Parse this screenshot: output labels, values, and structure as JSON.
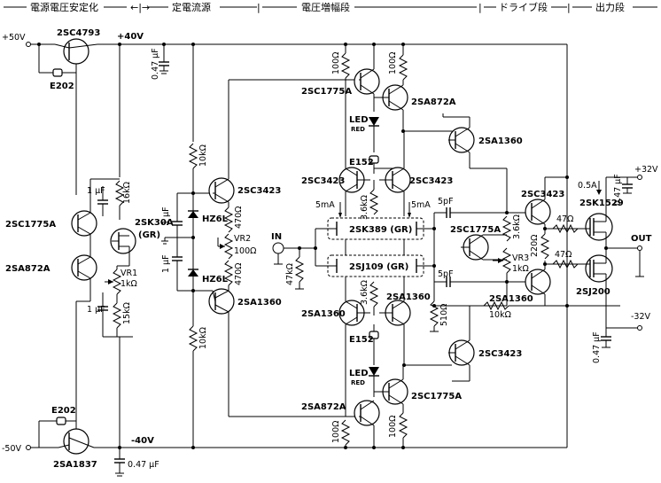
{
  "sections": [
    {
      "label": "電源電圧安定化"
    },
    {
      "label": "定電流源"
    },
    {
      "label": "電圧増幅段"
    },
    {
      "label": "ドライブ段"
    },
    {
      "label": "出力段"
    }
  ],
  "rails": {
    "plus50": "+50V",
    "minus50": "-50V",
    "plus40": "+40V",
    "minus40": "-40V",
    "plus32": "+32V",
    "minus32": "-32V"
  },
  "io": {
    "input": "IN",
    "output": "OUT"
  },
  "transistors": {
    "q_2sc4793": "2SC4793",
    "q_2sc1775a_left": "2SC1775A",
    "q_2sa872a_left": "2SA872A",
    "q_2sa1837": "2SA1837",
    "q_2sk30a": "2SK30A",
    "q_2sk30a_grade": "(GR)",
    "q_2sc3423_ccs": "2SC3423",
    "q_2sa1360_ccs": "2SA1360",
    "q_2sc1775a_top": "2SC1775A",
    "q_2sa872a_top": "2SA872A",
    "q_2sa1360_top": "2SA1360",
    "q_2sc3423_tl": "2SC3423",
    "q_2sc3423_tr": "2SC3423",
    "q_2sk389": "2SK389 (GR)",
    "q_2sj109": "2SJ109 (GR)",
    "q_2sa1360_bl": "2SA1360",
    "q_2sa1360_br": "2SA1360",
    "q_2sc3423_bot": "2SC3423",
    "q_2sc1775a_bot": "2SC1775A",
    "q_2sa872a_bot": "2SA872A",
    "q_2sc1775a_drv": "2SC1775A",
    "q_2sc3423_drv": "2SC3423",
    "q_2sa1360_drv": "2SA1360",
    "q_2sk1529": "2SK1529",
    "q_2sj200": "2SJ200"
  },
  "diodes": {
    "e202_top": "E202",
    "e202_bot": "E202",
    "hz6l_top": "HZ6L",
    "hz6l_bot": "HZ6L",
    "e152_top": "E152",
    "e152_bot": "E152",
    "led_top": "LED",
    "led_top_color": "RED",
    "led_bot": "LED",
    "led_bot_color": "RED"
  },
  "resistors": {
    "r_16k": "16kΩ",
    "r_15k": "15kΩ",
    "vr1_name": "VR1",
    "vr1_val": "1kΩ",
    "r_10k_top": "10kΩ",
    "r_10k_bot": "10kΩ",
    "r_470_top": "470Ω",
    "r_470_bot": "470Ω",
    "vr2_name": "VR2",
    "vr2_val": "100Ω",
    "r_100_t1": "100Ω",
    "r_100_t2": "100Ω",
    "r_100_b1": "100Ω",
    "r_100_b2": "100Ω",
    "r_3k6_t": "3.6kΩ",
    "r_3k6_b": "3.6kΩ",
    "r_47k": "47kΩ",
    "r_3k6_drv": "3.6kΩ",
    "vr3_name": "VR3",
    "vr3_val": "1kΩ",
    "r_510": "510Ω",
    "r_10k_drv": "10kΩ",
    "r_220": "220Ω",
    "r_47_top": "47Ω",
    "r_47_bot": "47Ω"
  },
  "capacitors": {
    "c_047_top": "0.47 μF",
    "c_1u_a": "1 μF",
    "c_1u_b": "1 μF",
    "c_047_bot": "0.47 μF",
    "c_1u_c": "1 μF",
    "c_1u_d": "1 μF",
    "c_5p_top": "5pF",
    "c_5p_bot": "5pF",
    "c_047_out_top": "0.47 μF",
    "c_047_out_bot": "0.47 μF"
  },
  "currents": {
    "i_5ma_left": "5mA",
    "i_5ma_right": "5mA",
    "i_05a": "0.5A"
  }
}
